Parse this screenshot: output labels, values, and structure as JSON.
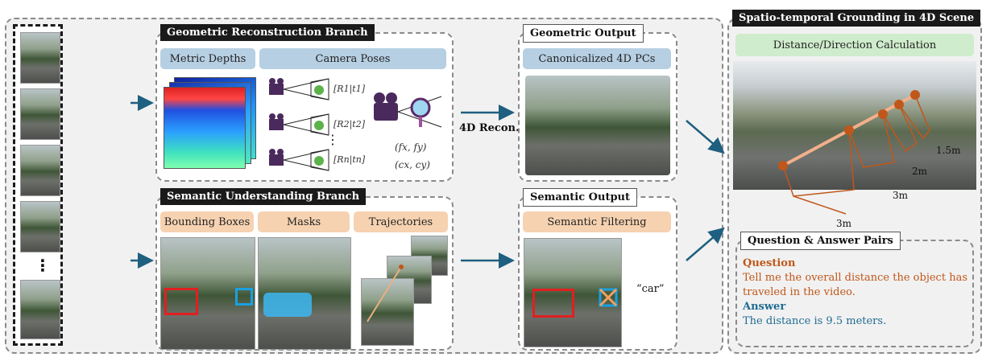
{
  "geometric_branch": {
    "title": "Geometric Reconstruction Branch",
    "chips": [
      "Metric Depths",
      "Camera Poses"
    ],
    "poses": [
      "[R1|t1]",
      "[R2|t2]",
      "[Rn|tn]"
    ],
    "dots": "⋮",
    "intrinsics": [
      "(fx, fy)",
      "(cx, cy)"
    ]
  },
  "semantic_branch": {
    "title": "Semantic Understanding Branch",
    "chips": [
      "Bounding Boxes",
      "Masks",
      "Trajectories"
    ]
  },
  "recon_label": "4D Recon.",
  "geometric_output": {
    "title": "Geometric Output",
    "chip": "Canonicalized 4D PCs"
  },
  "semantic_output": {
    "title": "Semantic Output",
    "chip": "Semantic Filtering",
    "query": "“car”"
  },
  "grounding": {
    "title": "Spatio-temporal Grounding in 4D Scene",
    "chip": "Distance/Direction Calculation",
    "distances": [
      "1.5m",
      "2m",
      "3m",
      "3m"
    ]
  },
  "qa": {
    "title": "Question & Answer Pairs",
    "question_label": "Question",
    "question_text": [
      "Tell me the overall distance the object has",
      "traveled in the video."
    ],
    "answer_label": "Answer",
    "answer_text": "The distance is 9.5 meters."
  },
  "frames_dots": "⋮",
  "colors": {
    "blue_chip": "#b6cfe3",
    "orange_chip": "#f6d2b1",
    "green_chip": "#cfeccc",
    "arrow": "#1f5f80",
    "trajectory": "#c0571a"
  }
}
